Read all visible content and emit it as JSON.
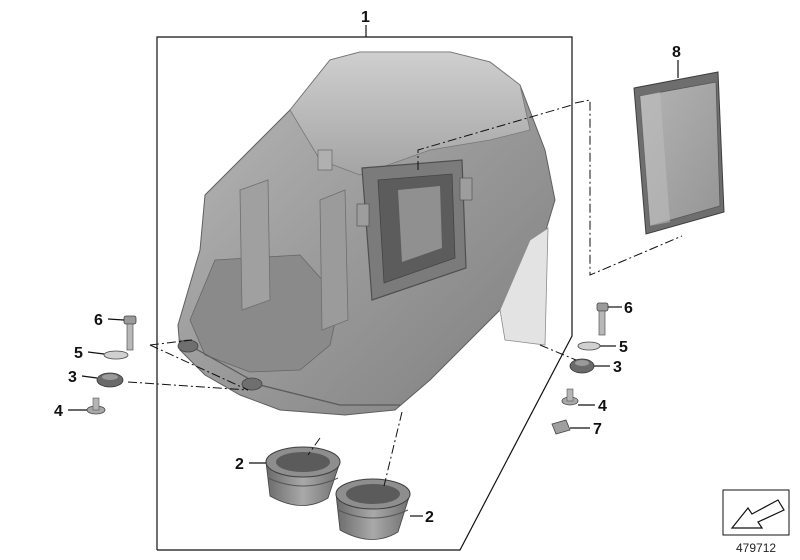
{
  "callouts": {
    "c1": "1",
    "c2a": "2",
    "c2b": "2",
    "c3a": "3",
    "c3b": "3",
    "c4a": "4",
    "c4b": "4",
    "c5a": "5",
    "c5b": "5",
    "c6a": "6",
    "c6b": "6",
    "c7": "7",
    "c8": "8"
  },
  "reference_number": "479712",
  "colors": {
    "housing_dark": "#8c8c8c",
    "housing_mid": "#a6a6a6",
    "housing_light": "#c4c4c4",
    "filter_face": "#a3a3a3",
    "line": "#111111"
  }
}
